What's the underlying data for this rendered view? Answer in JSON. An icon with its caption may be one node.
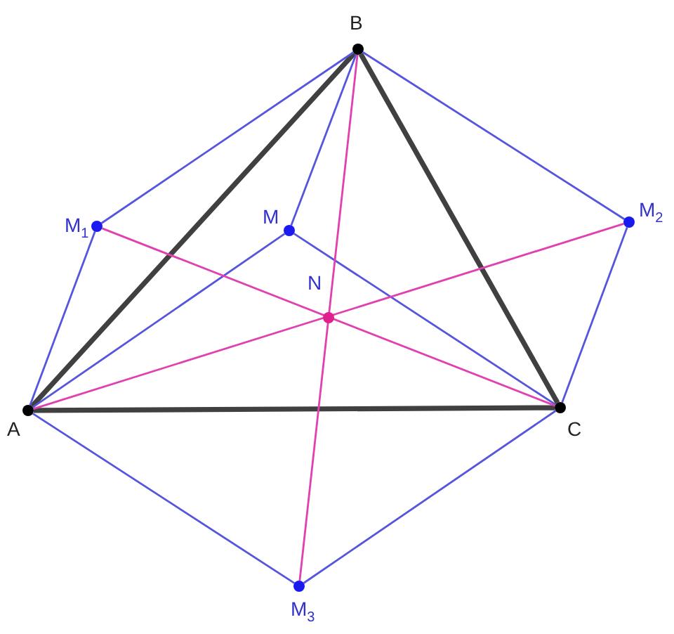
{
  "diagram": {
    "nodes": [
      {
        "text": [],
        "shape": "circle",
        "beside": [
          "B"
        ]
      },
      {
        "text": [],
        "shape": "circle",
        "beside": [
          "M$_{1}$"
        ]
      },
      {
        "text": [],
        "shape": "circle",
        "beside": [
          "M"
        ]
      },
      {
        "text": [],
        "shape": "circle",
        "beside": [
          "M$_{2}$"
        ]
      },
      {
        "text": [],
        "shape": "circle",
        "beside": [
          "N"
        ]
      },
      {
        "text": [],
        "shape": "circle",
        "beside": [
          "A"
        ]
      },
      {
        "text": [],
        "shape": "circle",
        "beside": [
          "C"
        ]
      },
      {
        "text": [],
        "shape": "circle",
        "beside": [
          "M$_{3}$"
        ]
      }
    ],
    "edges": [
      {
        "from": 5,
        "to": 0,
        "arrow": "none",
        "style": "thick",
        "color": "#404040"
      },
      {
        "from": 0,
        "to": 6,
        "arrow": "none",
        "style": "thick",
        "color": "#404040"
      },
      {
        "from": 5,
        "to": 6,
        "arrow": "none",
        "style": "thick",
        "color": "#404040"
      },
      {
        "from": 0,
        "to": 1,
        "arrow": "none"
      },
      {
        "from": 1,
        "to": 5,
        "arrow": "none"
      },
      {
        "from": 0,
        "to": 2,
        "arrow": "none"
      },
      {
        "from": 2,
        "to": 5,
        "arrow": "none"
      },
      {
        "from": 2,
        "to": 6,
        "arrow": "none"
      },
      {
        "from": 0,
        "to": 3,
        "arrow": "none"
      },
      {
        "from": 3,
        "to": 6,
        "arrow": "none"
      },
      {
        "from": 5,
        "to": 7,
        "arrow": "none"
      },
      {
        "from": 7,
        "to": 6,
        "arrow": "none"
      },
      {
        "from": 1,
        "to": 6,
        "arrow": "none",
        "color": "#e040b0"
      },
      {
        "from": 5,
        "to": 3,
        "arrow": "none",
        "color": "#e040b0"
      },
      {
        "from": 0,
        "to": 7,
        "arrow": "none",
        "color": "#e040b0"
      }
    ]
  }
}
